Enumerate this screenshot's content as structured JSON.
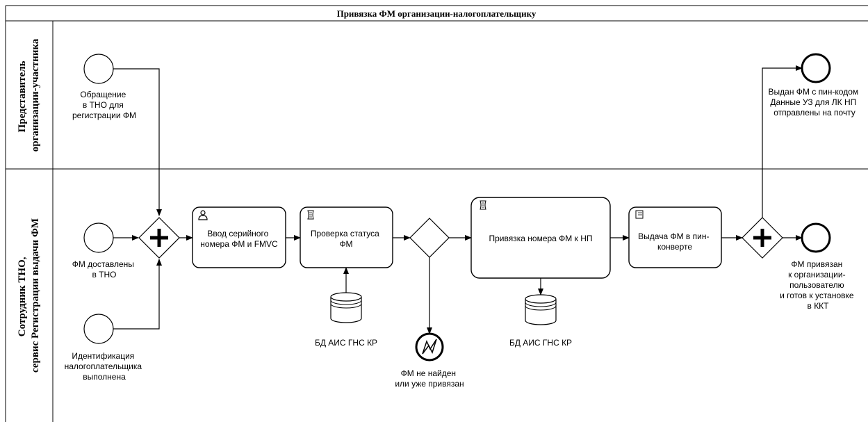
{
  "pool": {
    "title": "Привязка ФМ организации-налогоплательщику"
  },
  "lanes": [
    {
      "line1": "Представитель",
      "line2": "организации-участника"
    },
    {
      "line1": "Сотрудник ТНО,",
      "line2": "сервис Регистрации выдачи ФМ"
    }
  ],
  "events": {
    "start_request": [
      "Обращение",
      "в ТНО для",
      "регистрации ФМ"
    ],
    "start_delivered": [
      "ФМ доставлены",
      "в ТНО"
    ],
    "start_identified": [
      "Идентификация",
      "налогоплательщика",
      "выполнена"
    ],
    "error": [
      "ФМ не найден",
      "или уже привязан"
    ],
    "end_issued": [
      "Выдан ФМ с пин-кодом",
      "Данные УЗ для ЛК НП",
      "отправлены на почту"
    ],
    "end_bound": [
      "ФМ привязан",
      "к организации-",
      "пользователю",
      "и готов к установке",
      "в ККТ"
    ]
  },
  "tasks": {
    "enter_serial": [
      "Ввод серийного",
      "номера ФМ и FMVC"
    ],
    "check_status": [
      "Проверка статуса",
      "ФМ"
    ],
    "bind_number": [
      "Привязка номера ФМ к НП"
    ],
    "issue_fm": [
      "Выдача ФМ в пин-",
      "конверте"
    ]
  },
  "stores": {
    "db1": "БД АИС ГНС КР",
    "db2": "БД АИС ГНС КР"
  }
}
